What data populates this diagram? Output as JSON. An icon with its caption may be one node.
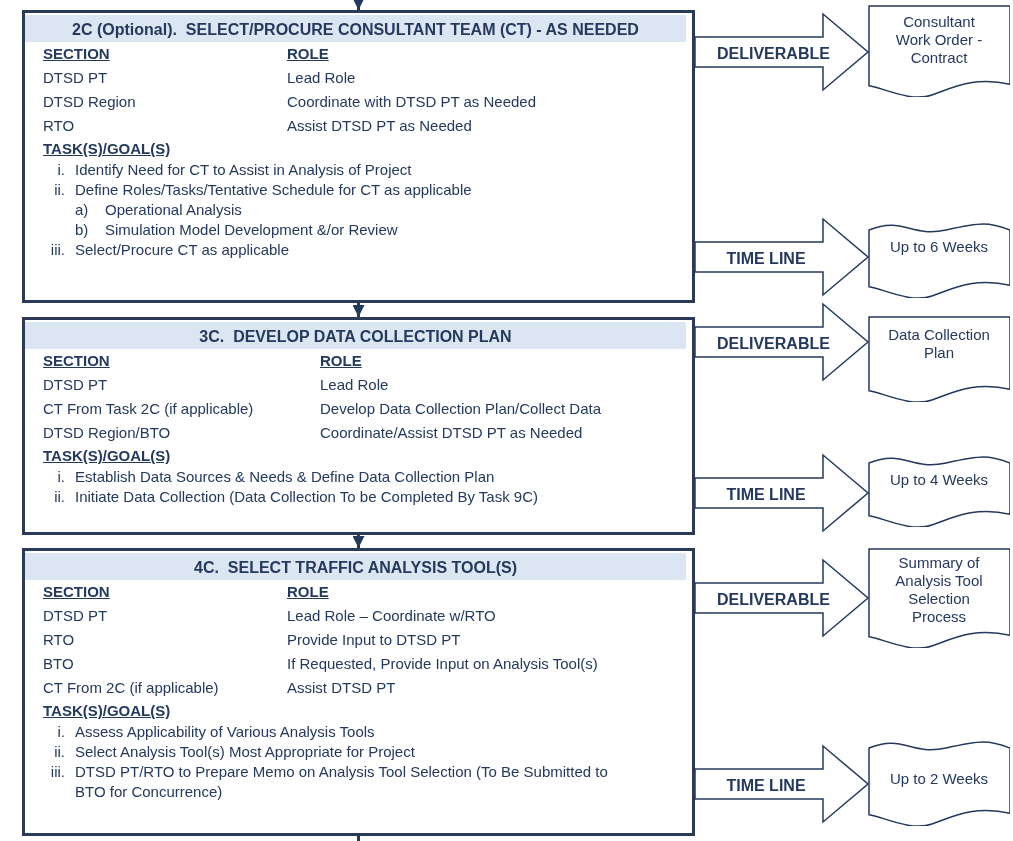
{
  "diagram": {
    "nodes": [
      {
        "text": [
          "2C (Optional).  SELECT/PROCURE CONSULTANT TEAM (CT) - AS NEEDED",
          "SECTION",
          "ROLE",
          "DTSD PT",
          "Lead Role",
          "DTSD Region",
          "Coordinate with DTSD PT as Needed",
          "RTO",
          "Assist DTSD PT as Needed",
          "TASK(S)/GOAL(S)",
          "i. Identify Need for CT to Assist in Analysis of Project",
          "ii. Define Roles/Tasks/Tentative Schedule for CT as applicable",
          "a) Operational Analysis",
          "b) Simulation Model Development &/or Review",
          "iii. Select/Procure CT as applicable"
        ]
      },
      {
        "text": [
          "3C.  DEVELOP DATA COLLECTION PLAN",
          "SECTION",
          "ROLE",
          "DTSD PT",
          "Lead Role",
          "CT From Task 2C (if applicable)",
          "Develop Data Collection Plan/Collect Data",
          "DTSD Region/BTO",
          "Coordinate/Assist DTSD PT as Needed",
          "TASK(S)/GOAL(S)",
          "i. Establish Data Sources & Needs & Define Data Collection Plan",
          "ii. Initiate Data Collection (Data Collection To be Completed By Task 9C)"
        ]
      },
      {
        "text": [
          "4C.  SELECT TRAFFIC ANALYSIS TOOL(S)",
          "SECTION",
          "ROLE",
          "DTSD PT",
          "Lead Role – Coordinate w/RTO",
          "RTO",
          "Provide Input to DTSD PT",
          "BTO",
          "If Requested, Provide Input on Analysis Tool(s)",
          "CT From 2C (if applicable)",
          "Assist DTSD PT",
          "TASK(S)/GOAL(S)",
          "i. Assess Applicability of Various Analysis Tools",
          "ii. Select Analysis Tool(s) Most Appropriate for Project",
          "iii. DTSD PT/RTO to Prepare Memo on Analysis Tool Selection (To Be Submitted to BTO for Concurrence)"
        ]
      },
      {
        "text": [
          "Consultant Work Order - Contract"
        ]
      },
      {
        "text": [
          "Up to 6 Weeks"
        ]
      },
      {
        "text": [
          "Data Collection Plan"
        ]
      },
      {
        "text": [
          "Up to 4 Weeks"
        ]
      },
      {
        "text": [
          "Summary of Analysis Tool Selection Process"
        ]
      },
      {
        "text": [
          "Up to 2 Weeks"
        ]
      }
    ],
    "edges": [
      {
        "from": null,
        "to": 0,
        "arrow": "to"
      },
      {
        "from": 0,
        "to": 3,
        "arrow": "to",
        "label": "DELIVERABLE",
        "style": "thick"
      },
      {
        "from": 0,
        "to": 4,
        "arrow": "to",
        "label": "TIME LINE",
        "style": "thick"
      },
      {
        "from": 0,
        "to": 1,
        "arrow": "to"
      },
      {
        "from": 1,
        "to": 5,
        "arrow": "to",
        "label": "DELIVERABLE",
        "style": "thick"
      },
      {
        "from": 1,
        "to": 6,
        "arrow": "to",
        "label": "TIME LINE",
        "style": "thick"
      },
      {
        "from": 1,
        "to": 2,
        "arrow": "to"
      },
      {
        "from": 2,
        "to": 7,
        "arrow": "to",
        "label": "DELIVERABLE",
        "style": "thick"
      },
      {
        "from": 2,
        "to": 8,
        "arrow": "to",
        "label": "TIME LINE",
        "style": "thick"
      },
      {
        "from": 2,
        "to": null,
        "arrow": "none"
      }
    ]
  }
}
